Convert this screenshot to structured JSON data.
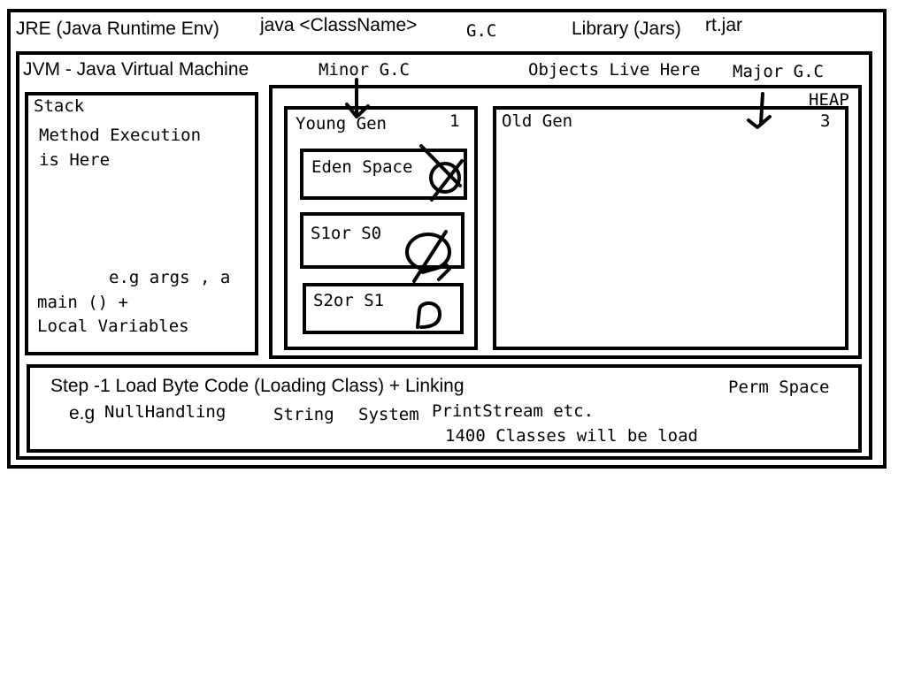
{
  "jre": {
    "title": "JRE (Java Runtime Env)",
    "command": "java <ClassName>",
    "gc": "G.C",
    "library": "Library (Jars)",
    "jar": "rt.jar"
  },
  "jvm": {
    "title": "JVM - Java Virtual Machine",
    "minor_gc": "Minor G.C",
    "objects_live_here": "Objects Live Here",
    "major_gc": "Major G.C"
  },
  "stack": {
    "title": "Stack",
    "line1": "Method Execution",
    "line2": "is Here",
    "example": "e.g args , a",
    "main": "main () +",
    "locals": "Local Variables"
  },
  "heap": {
    "title": "HEAP",
    "young_gen": {
      "title": "Young Gen",
      "number": "1",
      "eden": "Eden Space",
      "s1": "S1or S0",
      "s2": "S2or S1"
    },
    "old_gen": {
      "title": "Old Gen",
      "number": "3"
    }
  },
  "perm": {
    "step": "Step -1 Load Byte Code (Loading Class) + Linking",
    "title": "Perm Space",
    "eg": "e.g",
    "null_handling": "NullHandling",
    "string": "String",
    "system": "System",
    "print_stream": "PrintStream etc.",
    "classes": "1400 Classes will be load"
  }
}
